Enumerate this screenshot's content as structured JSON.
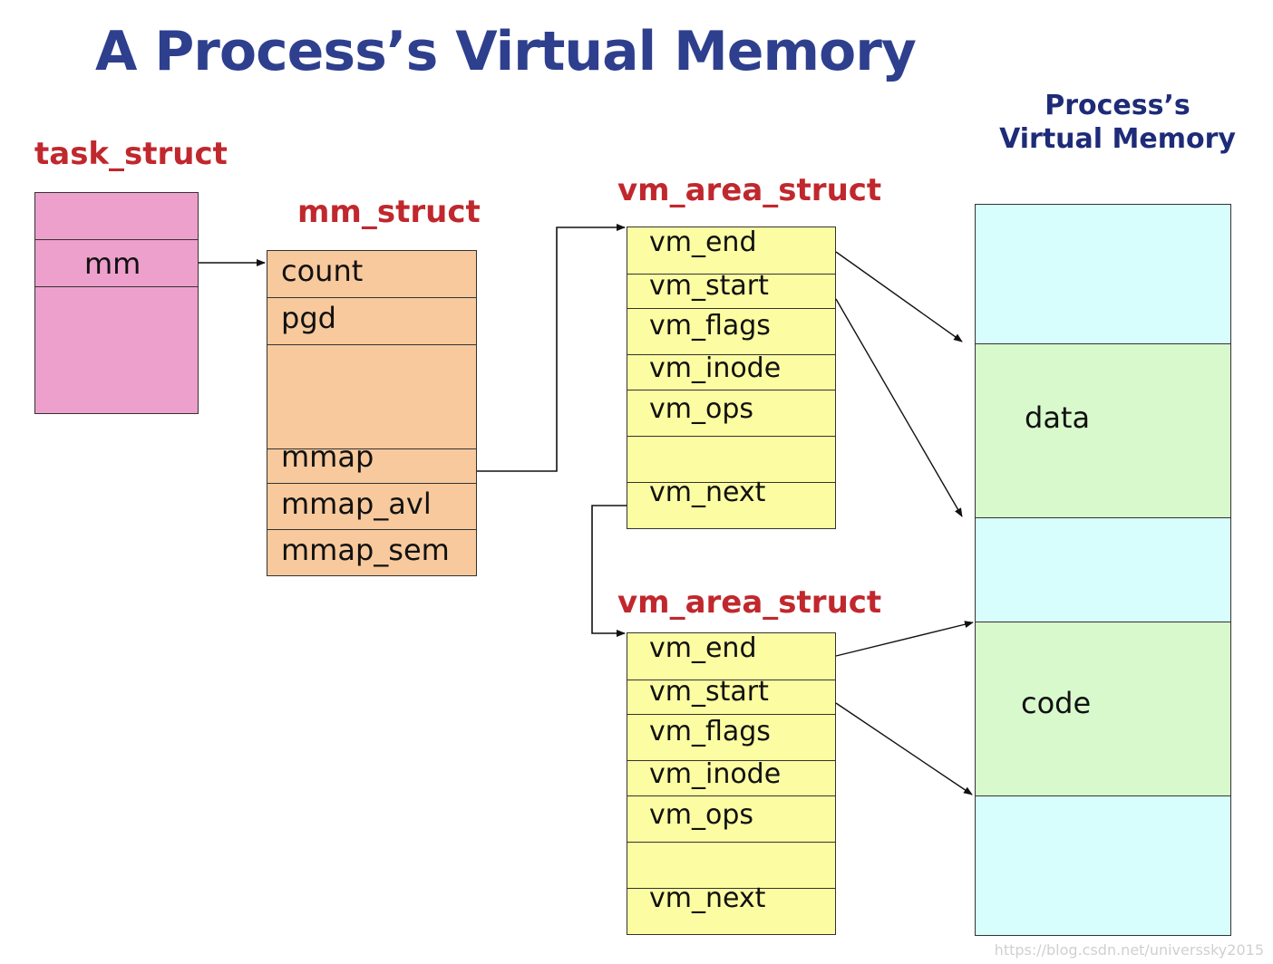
{
  "title": "A Process’s Virtual Memory",
  "task_struct": {
    "label": "task_struct",
    "fields": [
      "mm"
    ]
  },
  "mm_struct": {
    "label": "mm_struct",
    "fields": [
      "count",
      "pgd",
      "mmap",
      "mmap_avl",
      "mmap_sem"
    ]
  },
  "vm_area_struct_1": {
    "label": "vm_area_struct",
    "fields": [
      "vm_end",
      "vm_start",
      "vm_flags",
      "vm_inode",
      "vm_ops",
      "vm_next"
    ]
  },
  "vm_area_struct_2": {
    "label": "vm_area_struct",
    "fields": [
      "vm_end",
      "vm_start",
      "vm_flags",
      "vm_inode",
      "vm_ops",
      "vm_next"
    ]
  },
  "virtual_memory": {
    "heading_line1": "Process’s",
    "heading_line2": "Virtual Memory",
    "regions": [
      "data",
      "code"
    ]
  },
  "watermark": "https://blog.csdn.net/universsky2015",
  "colors": {
    "title": "#2e3f8e",
    "struct_label": "#c0282d",
    "task_struct": "#eda0cb",
    "mm_struct": "#f7c99c",
    "vm_area_struct": "#fcfca2",
    "vm_region_empty": "#d7fdfd",
    "vm_region_used": "#d8f9cc"
  }
}
